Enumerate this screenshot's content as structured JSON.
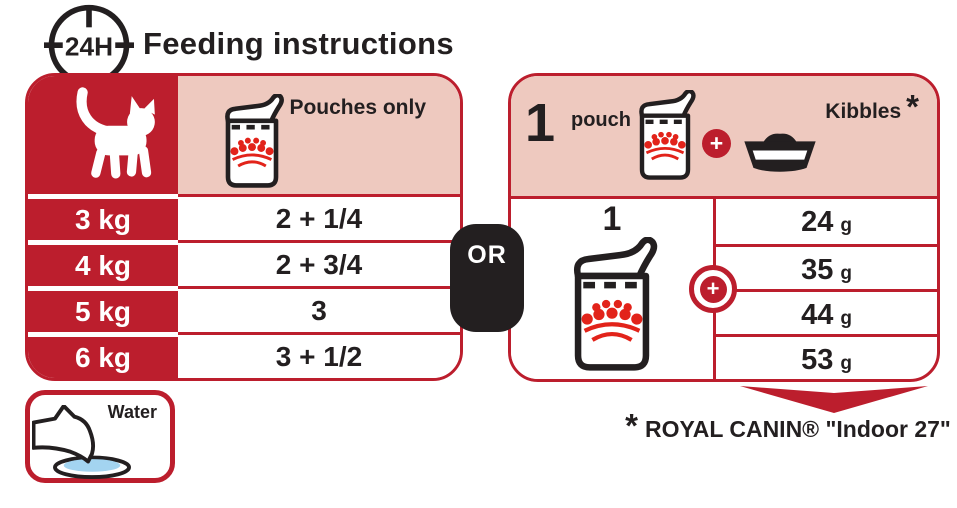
{
  "colors": {
    "brand_red": "#BC1E2D",
    "pink": "#EEC9BF",
    "ink_black": "#231F20",
    "crown_red": "#E2231A",
    "water_blue": "#A3D4F0",
    "white": "#FFFFFF"
  },
  "icons": [
    "clock-24h-icon",
    "cat-silhouette-icon",
    "pouch-icon",
    "bowl-icon",
    "plus-icon",
    "plus-circle-icon",
    "down-arrow-icon",
    "cat-drinking-icon"
  ],
  "title_bar": {
    "clock_badge": "24H",
    "title": "Feeding instructions"
  },
  "left_table": {
    "header": "Pouches only",
    "rows": [
      {
        "weight": "3 kg",
        "pouches": "2 + 1/4"
      },
      {
        "weight": "4 kg",
        "pouches": "2 + 3/4"
      },
      {
        "weight": "5 kg",
        "pouches": "3"
      },
      {
        "weight": "6 kg",
        "pouches": "3 + 1/2"
      }
    ]
  },
  "or_badge": "OR",
  "right_table": {
    "header": {
      "count": "1",
      "unit": "pouch",
      "plus": "+",
      "kibbles": "Kibbles",
      "asterisk": "*"
    },
    "pouch_column": {
      "count": "1",
      "plus": "+"
    },
    "kibble_rows": [
      {
        "value": "24",
        "unit": "g"
      },
      {
        "value": "35",
        "unit": "g"
      },
      {
        "value": "44",
        "unit": "g"
      },
      {
        "value": "53",
        "unit": "g"
      }
    ]
  },
  "footnote": {
    "asterisk": "*",
    "text": "ROYAL CANIN® \"Indoor 27\""
  },
  "water_box": {
    "label": "Water"
  }
}
